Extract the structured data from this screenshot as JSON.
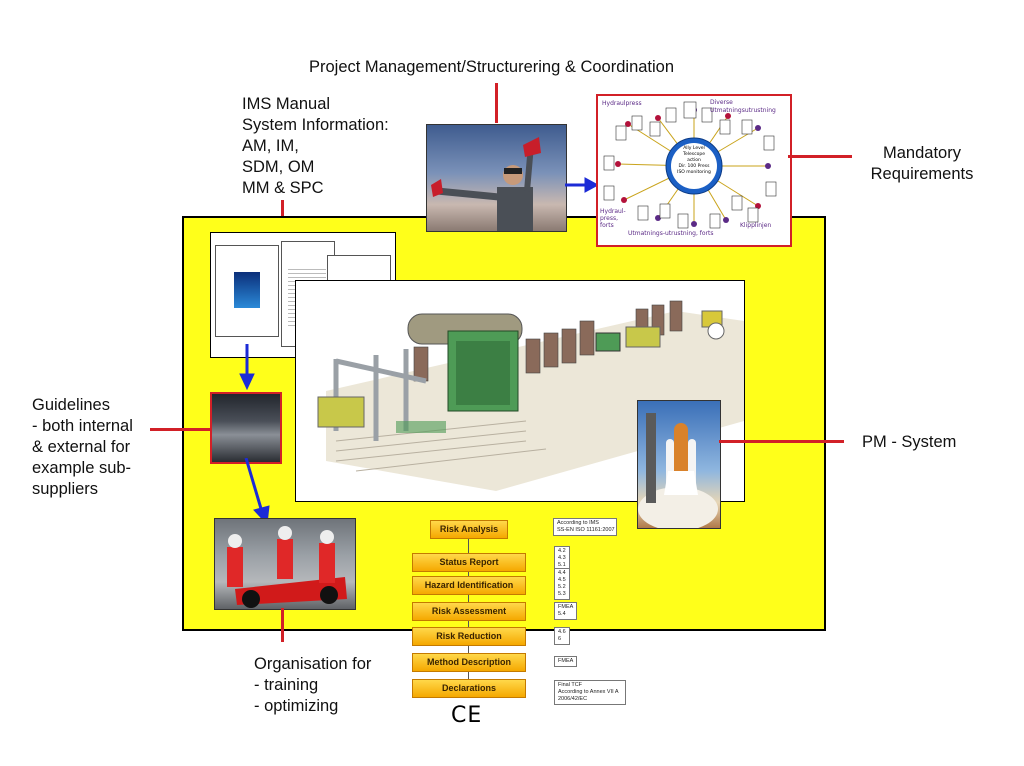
{
  "labels": {
    "project_management": "Project Management/Structurering & Coordination",
    "ims_manual": [
      "IMS  Manual",
      "System Information:",
      "AM, IM,",
      "SDM, OM",
      "MM & SPC"
    ],
    "mandatory_requirements": [
      "Mandatory",
      "Requirements"
    ],
    "guidelines": [
      "Guidelines",
      "- both internal",
      "& external for",
      "example sub-",
      "suppliers"
    ],
    "pm_system": "PM - System",
    "organisation": [
      "Organisation for",
      "- training",
      "- optimizing"
    ]
  },
  "risk_flow": {
    "top_step": "Risk Analysis",
    "steps": [
      "Status Report",
      "Hazard Identification",
      "Risk Assessment",
      "Risk Reduction",
      "Method Description",
      "Declarations"
    ],
    "ims_note": "According to IMS\nSS-EN ISO 11161:2007",
    "step_notes": [
      "4.2\n4.3\n5.1",
      "4.4\n4.5\n5.2\n5.3",
      "FMEA\n5.4",
      "4.6\n6",
      "FMEA",
      "Final TCF\nAccording to Annex VII A\n2006/42/EC"
    ],
    "ce_mark": "CE"
  },
  "requirements_diagram": {
    "center": [
      "Ally Level",
      "Telescope",
      "action",
      "Dir. 100 Press",
      "ISO monitoring"
    ],
    "cluster_labels": [
      "Hydraulpress",
      "Diverse",
      "Utmatningsutrustning",
      "Hydraul-press, forts",
      "Utmatnings-utrustning, forts",
      "Klipplinjen"
    ]
  },
  "colors": {
    "panel_yellow": "#ffff1a",
    "connector_red": "#d22027",
    "arrow_blue": "#1c2bd6",
    "step_orange": "#f5a800"
  }
}
